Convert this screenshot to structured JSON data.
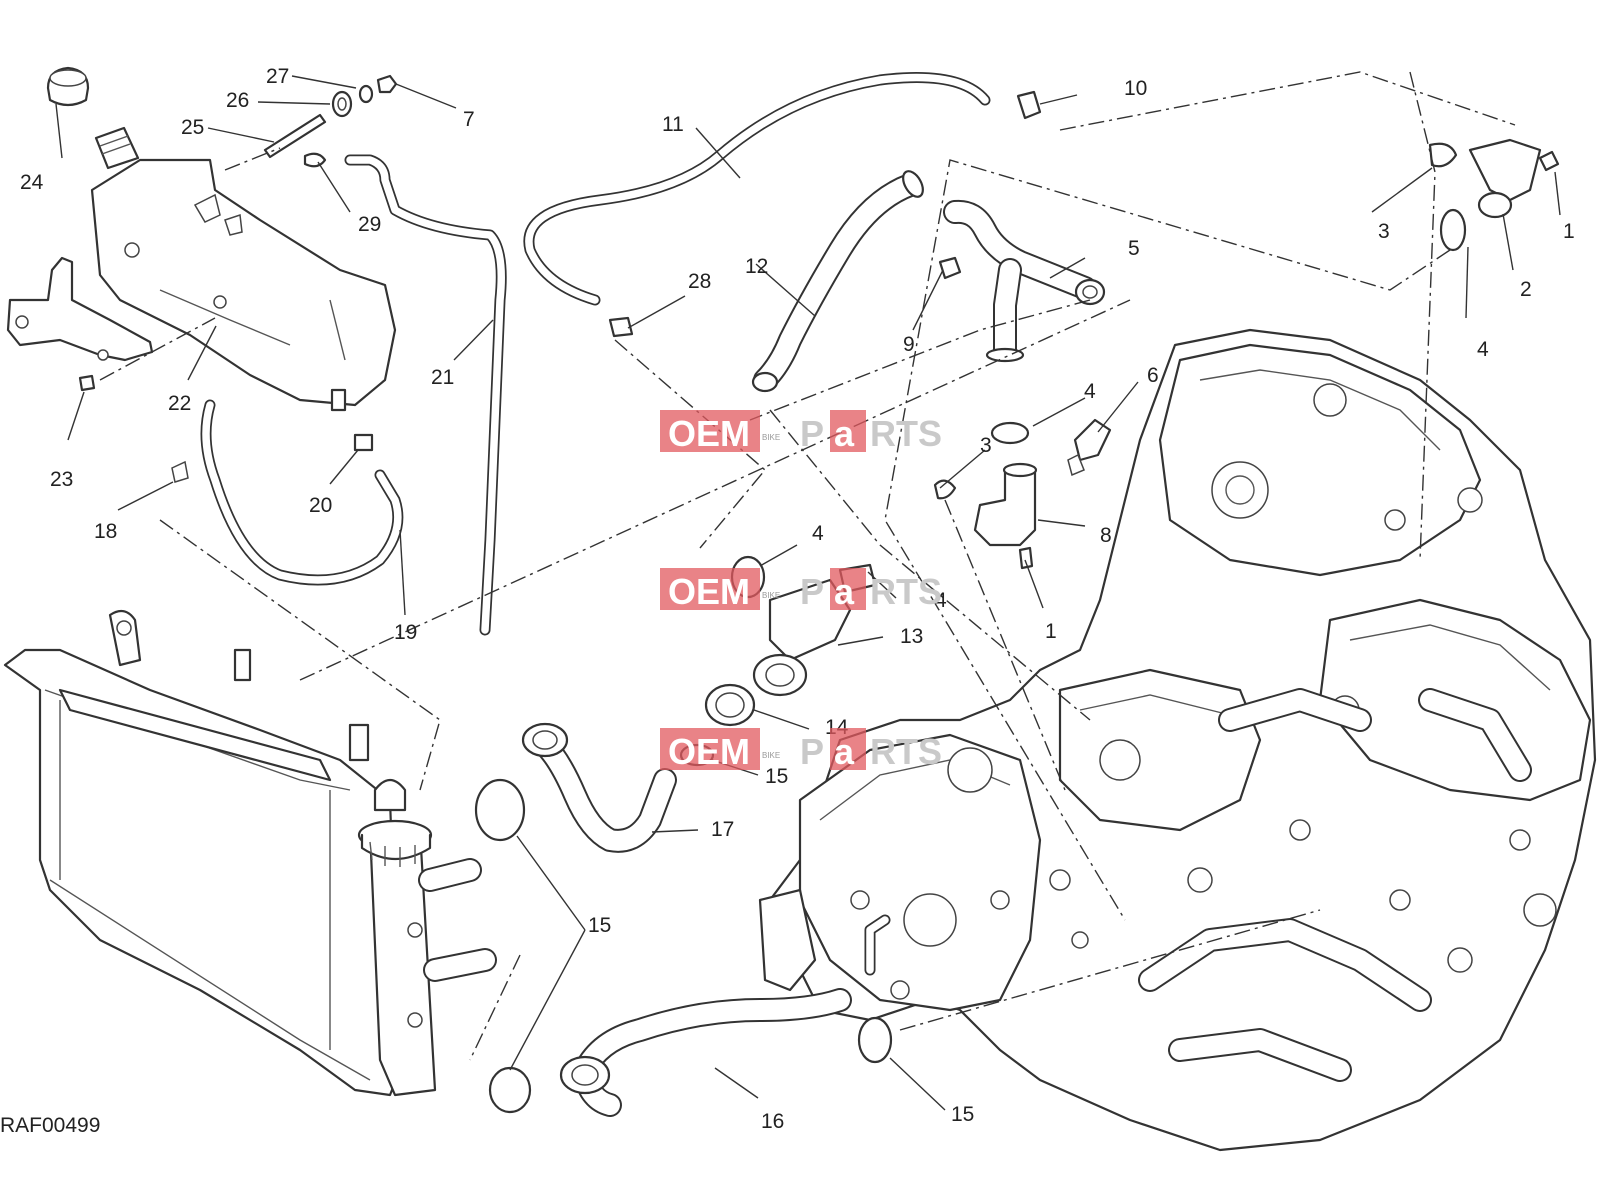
{
  "diagram": {
    "drawing_code": "RAF00499",
    "callouts": [
      {
        "id": "c1a",
        "text": "1"
      },
      {
        "id": "c1b",
        "text": "1"
      },
      {
        "id": "c2",
        "text": "2"
      },
      {
        "id": "c3a",
        "text": "3"
      },
      {
        "id": "c3b",
        "text": "3"
      },
      {
        "id": "c4a",
        "text": "4"
      },
      {
        "id": "c4b",
        "text": "4"
      },
      {
        "id": "c4c",
        "text": "4"
      },
      {
        "id": "c4d",
        "text": "4"
      },
      {
        "id": "c5",
        "text": "5"
      },
      {
        "id": "c6",
        "text": "6"
      },
      {
        "id": "c7",
        "text": "7"
      },
      {
        "id": "c8",
        "text": "8"
      },
      {
        "id": "c9",
        "text": "9"
      },
      {
        "id": "c10",
        "text": "10"
      },
      {
        "id": "c11",
        "text": "11"
      },
      {
        "id": "c12",
        "text": "12"
      },
      {
        "id": "c13",
        "text": "13"
      },
      {
        "id": "c14",
        "text": "14"
      },
      {
        "id": "c15a",
        "text": "15"
      },
      {
        "id": "c15b",
        "text": "15"
      },
      {
        "id": "c15c",
        "text": "15"
      },
      {
        "id": "c16",
        "text": "16"
      },
      {
        "id": "c17",
        "text": "17"
      },
      {
        "id": "c18",
        "text": "18"
      },
      {
        "id": "c19",
        "text": "19"
      },
      {
        "id": "c20",
        "text": "20"
      },
      {
        "id": "c21",
        "text": "21"
      },
      {
        "id": "c22",
        "text": "22"
      },
      {
        "id": "c23",
        "text": "23"
      },
      {
        "id": "c24",
        "text": "24"
      },
      {
        "id": "c25",
        "text": "25"
      },
      {
        "id": "c26",
        "text": "26"
      },
      {
        "id": "c27",
        "text": "27"
      },
      {
        "id": "c28",
        "text": "28"
      },
      {
        "id": "c29",
        "text": "29"
      }
    ]
  },
  "watermark": {
    "brand_left": "OEM",
    "brand_small": "BIKE",
    "brand_right_a": "P",
    "brand_right_b": "a",
    "brand_right_c": "RTS",
    "accent_color": "#e15a5f"
  }
}
